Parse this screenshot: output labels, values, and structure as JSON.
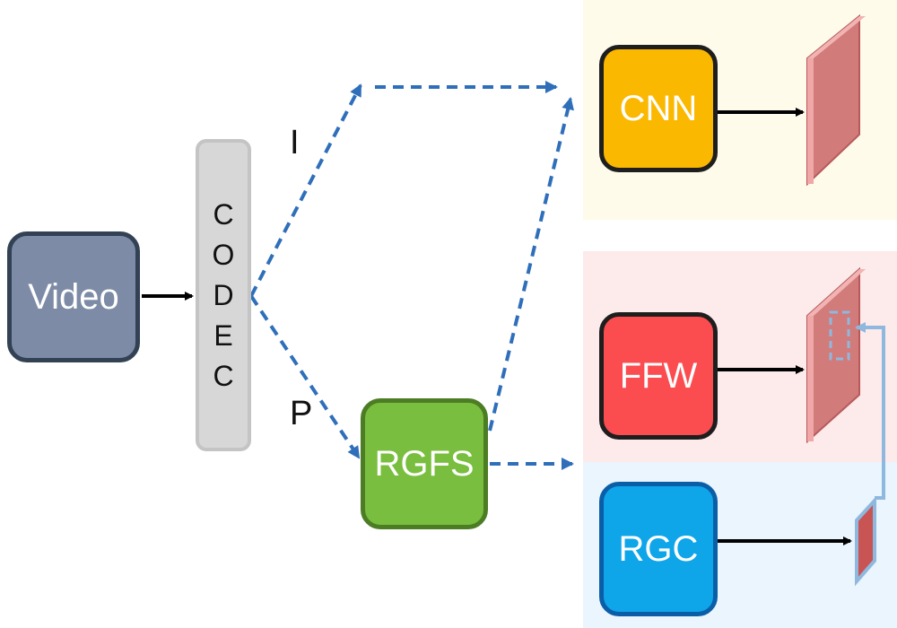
{
  "nodes": {
    "video": "Video",
    "codec_letters": [
      "C",
      "O",
      "D",
      "E",
      "C"
    ],
    "cnn": "CNN",
    "ffw": "FFW",
    "rgfs": "RGFS",
    "rgc": "RGC"
  },
  "edge_labels": {
    "i": "I",
    "p": "P"
  },
  "colors": {
    "video_fill": "#7d8ba6",
    "codec_fill": "#d7d7d7",
    "cnn_fill": "#fbb800",
    "ffw_fill": "#fb4c50",
    "rgfs_fill": "#79be3e",
    "rgc_fill": "#0ea5e9",
    "dashed_arrow": "#2f6fba",
    "feature_map": "#e88b8b"
  }
}
